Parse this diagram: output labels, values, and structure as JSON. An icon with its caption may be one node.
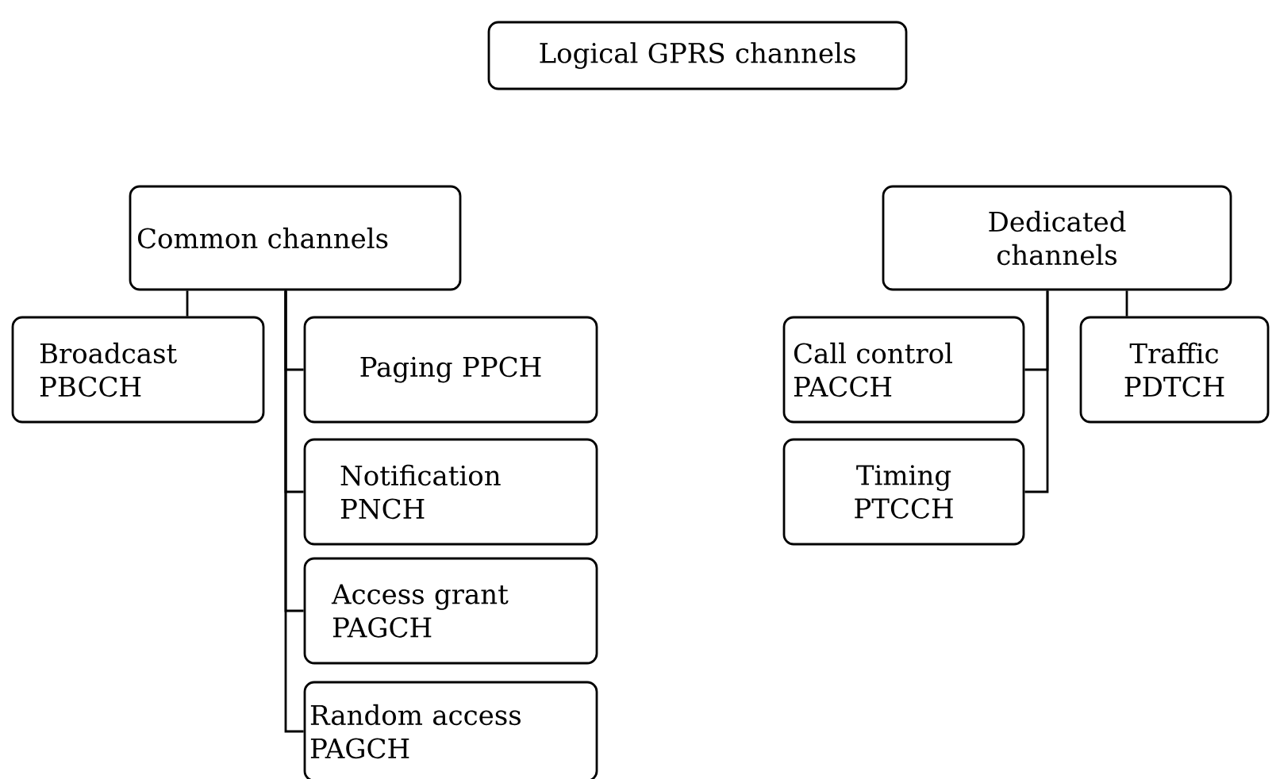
{
  "diagram": {
    "nodes": [
      {
        "text": [
          "Logical GPRS channels"
        ]
      },
      {
        "text": [
          "Common channels"
        ]
      },
      {
        "text": [
          "Broadcast PBCCH"
        ]
      },
      {
        "text": [
          "Paging PPCH"
        ]
      },
      {
        "text": [
          "Notification PNCH"
        ]
      },
      {
        "text": [
          "Access grant PAGCH"
        ]
      },
      {
        "text": [
          "Random access PAGCH"
        ]
      },
      {
        "text": [
          "Dedicated channels"
        ]
      },
      {
        "text": [
          "Call control PACCH"
        ]
      },
      {
        "text": [
          "Traffic PDTCH"
        ]
      },
      {
        "text": [
          "Timing PTCCH"
        ]
      }
    ],
    "edges": [
      {
        "from": 1,
        "to": 2,
        "arrow": "none"
      },
      {
        "from": 1,
        "to": 3,
        "arrow": "none"
      },
      {
        "from": 1,
        "to": 4,
        "arrow": "none"
      },
      {
        "from": 1,
        "to": 5,
        "arrow": "none"
      },
      {
        "from": 1,
        "to": 6,
        "arrow": "none"
      },
      {
        "from": 7,
        "to": 8,
        "arrow": "none"
      },
      {
        "from": 7,
        "to": 10,
        "arrow": "none"
      },
      {
        "from": 7,
        "to": 9,
        "arrow": "none"
      }
    ]
  }
}
